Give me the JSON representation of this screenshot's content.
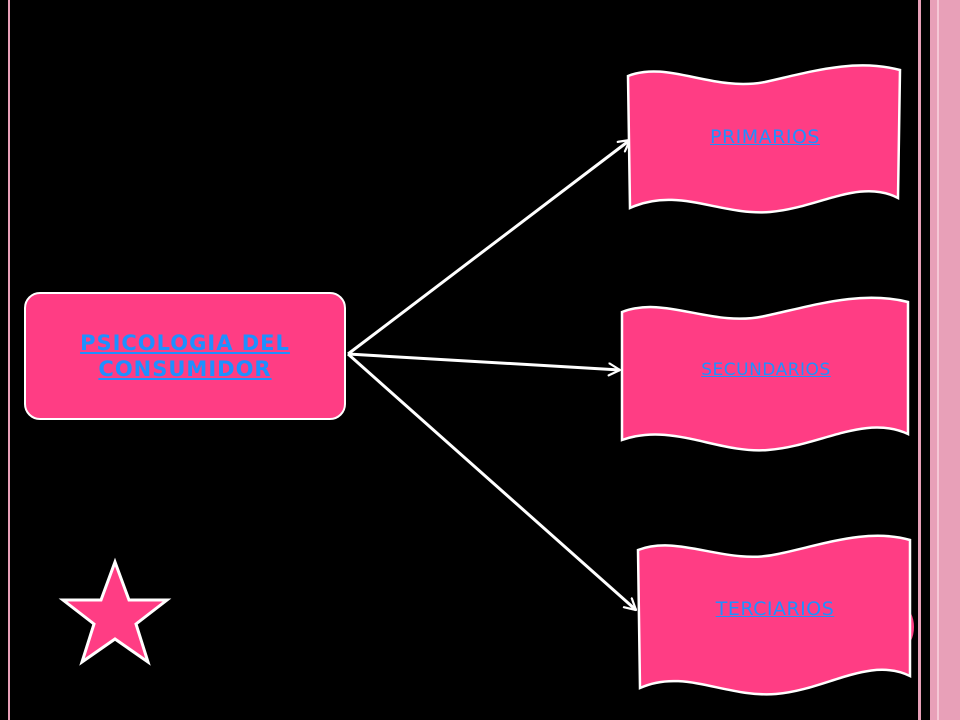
{
  "colors": {
    "background": "#000000",
    "accent_pink": "#ff3d84",
    "frame_pink": "#e8a0b8",
    "label_blue": "#1e90ff",
    "outline": "#ffffff"
  },
  "diagram": {
    "root": {
      "label": "PSICOLOGIA DEL CONSUMIDOR"
    },
    "branches": [
      {
        "label": "PRIMARIOS"
      },
      {
        "label": "SECUNDARIOS"
      },
      {
        "label": "TERCIARIOS"
      }
    ]
  },
  "decorations": {
    "star": "star-icon"
  }
}
